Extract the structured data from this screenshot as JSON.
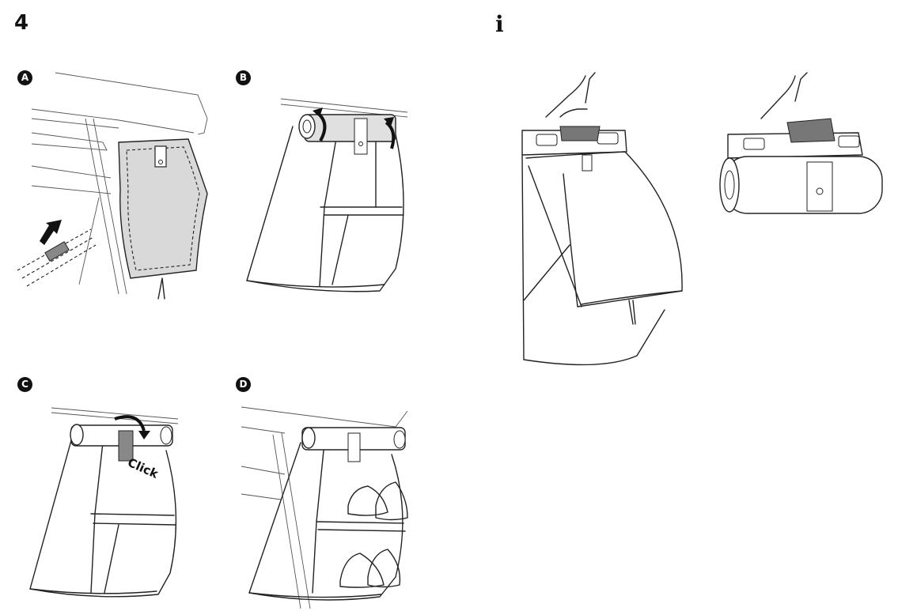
{
  "page": {
    "step_number": "4",
    "info_symbol": "i"
  },
  "panels": [
    {
      "id": "A",
      "label": "A"
    },
    {
      "id": "B",
      "label": "B"
    },
    {
      "id": "C",
      "label": "C",
      "annotation": "Click"
    },
    {
      "id": "D",
      "label": "D"
    }
  ],
  "icons": {
    "info": "info-icon",
    "arrow": "push-arrow-icon",
    "rotate": "rotate-arrow-icon"
  },
  "colors": {
    "ink": "#111111",
    "fabric_grey": "#d9d9d9",
    "background": "#ffffff"
  }
}
